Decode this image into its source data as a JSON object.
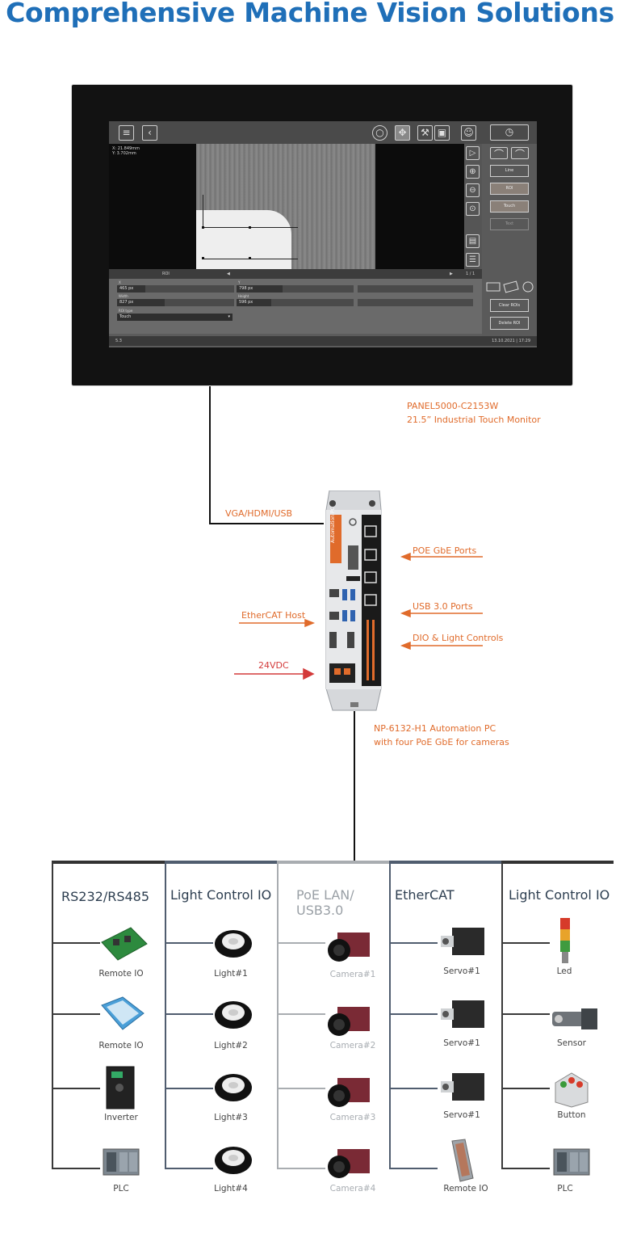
{
  "title": "Comprehensive Machine Vision Solutions",
  "monitor": {
    "label_line1": "PANEL5000-C2153W",
    "label_line2": "21.5” Industrial Touch Monitor",
    "screen": {
      "coords": "X: 21.849mm\nY: 3.702mm",
      "right_buttons": [
        "Line",
        "ROI",
        "Touch",
        "Text"
      ],
      "roi_label": "ROI",
      "page": "1 / 1",
      "field_labels": [
        "X",
        "Y",
        "Width",
        "Height",
        "ROI type"
      ],
      "field_values": [
        "465 px",
        "798 px",
        "827 px",
        "596 px",
        "Touch"
      ],
      "action_buttons": [
        "Clear ROIs",
        "Delete ROI"
      ],
      "status_left": "5.3",
      "status_right": "13.10.2021 | 17:29"
    }
  },
  "connection": {
    "vga_label": "VGA/HDMI/USB"
  },
  "pc": {
    "side_text": "Automation PC",
    "label_line1": "NP-6132-H1 Automation PC",
    "label_line2": "with four PoE GbE for cameras",
    "ports": {
      "poe": "POE GbE Ports",
      "usb": "USB 3.0 Ports",
      "dio": "DIO & Light Controls",
      "ethercat": "EtherCAT Host",
      "power": "24VDC"
    }
  },
  "columns": [
    {
      "title": "RS232/RS485",
      "devices": [
        "Remote IO",
        "Remote IO",
        "Inverter",
        "PLC"
      ]
    },
    {
      "title": "Light Control IO",
      "devices": [
        "Light#1",
        "Light#2",
        "Light#3",
        "Light#4"
      ]
    },
    {
      "title_line1": "PoE LAN/",
      "title_line2": "USB3.0",
      "devices": [
        "Camera#1",
        "Camera#2",
        "Camera#3",
        "Camera#4"
      ]
    },
    {
      "title": "EtherCAT",
      "devices": [
        "Servo#1",
        "Servo#1",
        "Servo#1",
        "Remote IO"
      ]
    },
    {
      "title": "Light Control IO",
      "devices": [
        "Led",
        "Sensor",
        "Button",
        "PLC"
      ]
    }
  ],
  "colors": {
    "title": "#1f6fb8",
    "annotation": "#e06b2b",
    "power_arrow": "#d33a3a"
  }
}
